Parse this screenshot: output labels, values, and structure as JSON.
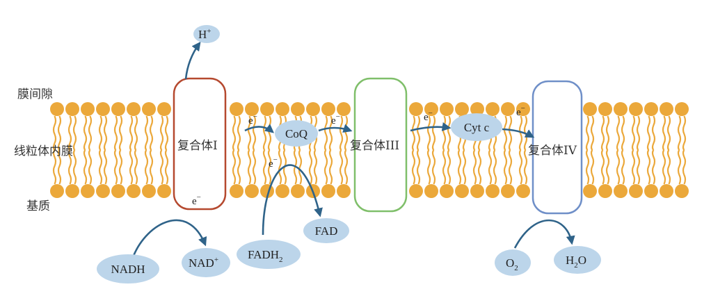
{
  "regions": {
    "intermembrane_space": "膜间隙",
    "inner_membrane": "线粒体内膜",
    "matrix": "基质"
  },
  "complexes": {
    "c1": "复合体I",
    "c3": "复合体III",
    "c4": "复合体IV"
  },
  "electron": "e",
  "electron_sign": "−",
  "molecules": {
    "h_plus": {
      "base": "H",
      "sup": "+"
    },
    "coq": "CoQ",
    "cyt_c": "Cyt c",
    "nadh": "NADH",
    "nad_plus": {
      "base": "NAD",
      "sup": "+"
    },
    "fadh2": {
      "base": "FADH",
      "sub": "2"
    },
    "fad": "FAD",
    "o2": {
      "base": "O",
      "sub": "2"
    },
    "h2o": {
      "pre": "H",
      "sub": "2",
      "post": "O"
    }
  },
  "colors": {
    "complex1_border": "#b5492f",
    "complex3_border": "#7fbf6a",
    "complex4_border": "#6f8fc8",
    "lipid": "#eba83a",
    "ellipse": "#bcd5ea",
    "arrow": "#2f6389"
  }
}
